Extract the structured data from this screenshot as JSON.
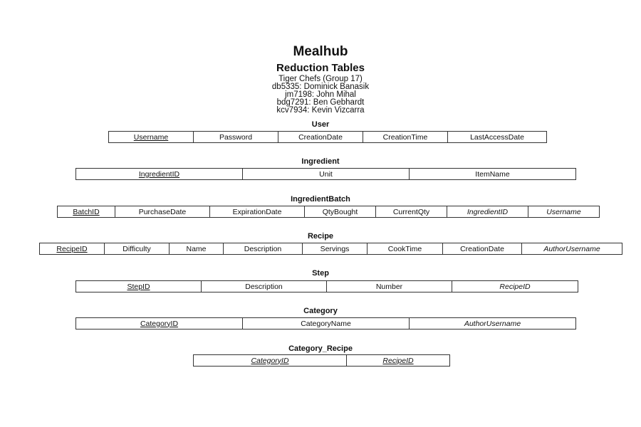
{
  "document": {
    "title": "Mealhub",
    "subtitle": "Reduction Tables",
    "group": "Tiger Chefs (Group 17)",
    "members": [
      "db5335: Dominick Banasik",
      "jm7198: John Mihal",
      "bdg7291: Ben Gebhardt",
      "kcv7934: Kevin Vizcarra"
    ]
  },
  "tables": [
    {
      "name": "User",
      "columns": [
        {
          "label": "Username",
          "pk": true,
          "fk": false
        },
        {
          "label": "Password",
          "pk": false,
          "fk": false
        },
        {
          "label": "CreationDate",
          "pk": false,
          "fk": false
        },
        {
          "label": "CreationTime",
          "pk": false,
          "fk": false
        },
        {
          "label": "LastAccessDate",
          "pk": false,
          "fk": false
        }
      ]
    },
    {
      "name": "Ingredient",
      "columns": [
        {
          "label": "IngredientID",
          "pk": true,
          "fk": false
        },
        {
          "label": "Unit",
          "pk": false,
          "fk": false
        },
        {
          "label": "ItemName",
          "pk": false,
          "fk": false
        }
      ]
    },
    {
      "name": "IngredientBatch",
      "columns": [
        {
          "label": "BatchID",
          "pk": true,
          "fk": false
        },
        {
          "label": "PurchaseDate",
          "pk": false,
          "fk": false
        },
        {
          "label": "ExpirationDate",
          "pk": false,
          "fk": false
        },
        {
          "label": "QtyBought",
          "pk": false,
          "fk": false
        },
        {
          "label": "CurrentQty",
          "pk": false,
          "fk": false
        },
        {
          "label": "IngredientID",
          "pk": false,
          "fk": true
        },
        {
          "label": "Username",
          "pk": false,
          "fk": true
        }
      ]
    },
    {
      "name": "Recipe",
      "columns": [
        {
          "label": "RecipeID",
          "pk": true,
          "fk": false
        },
        {
          "label": "Difficulty",
          "pk": false,
          "fk": false
        },
        {
          "label": "Name",
          "pk": false,
          "fk": false
        },
        {
          "label": "Description",
          "pk": false,
          "fk": false
        },
        {
          "label": "Servings",
          "pk": false,
          "fk": false
        },
        {
          "label": "CookTime",
          "pk": false,
          "fk": false
        },
        {
          "label": "CreationDate",
          "pk": false,
          "fk": false
        },
        {
          "label": "AuthorUsername",
          "pk": false,
          "fk": true
        }
      ]
    },
    {
      "name": "Step",
      "columns": [
        {
          "label": "StepID",
          "pk": true,
          "fk": false
        },
        {
          "label": "Description",
          "pk": false,
          "fk": false
        },
        {
          "label": "Number",
          "pk": false,
          "fk": false
        },
        {
          "label": "RecipeID",
          "pk": false,
          "fk": true
        }
      ]
    },
    {
      "name": "Category",
      "columns": [
        {
          "label": "CategoryID",
          "pk": true,
          "fk": false
        },
        {
          "label": "CategoryName",
          "pk": false,
          "fk": false
        },
        {
          "label": "AuthorUsername",
          "pk": false,
          "fk": true
        }
      ]
    },
    {
      "name": "Category_Recipe",
      "columns": [
        {
          "label": "CategoryID",
          "pk": true,
          "fk": true
        },
        {
          "label": "RecipeID",
          "pk": true,
          "fk": true
        }
      ]
    }
  ]
}
